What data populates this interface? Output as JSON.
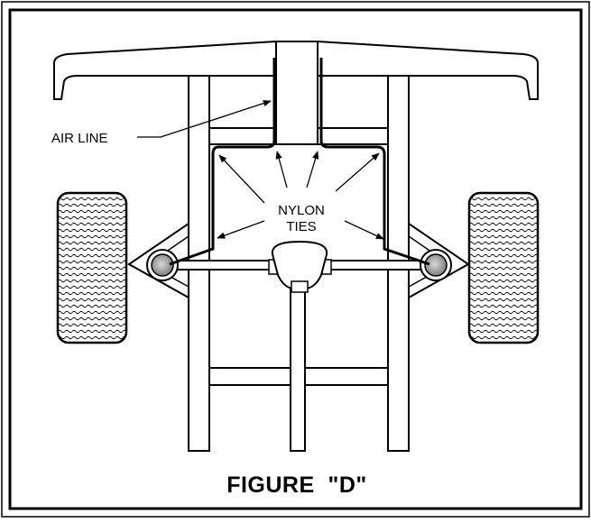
{
  "labels": {
    "air_line": "AIR LINE",
    "nylon": "NYLON",
    "ties": "TIES"
  },
  "caption": "FIGURE  \"D\""
}
